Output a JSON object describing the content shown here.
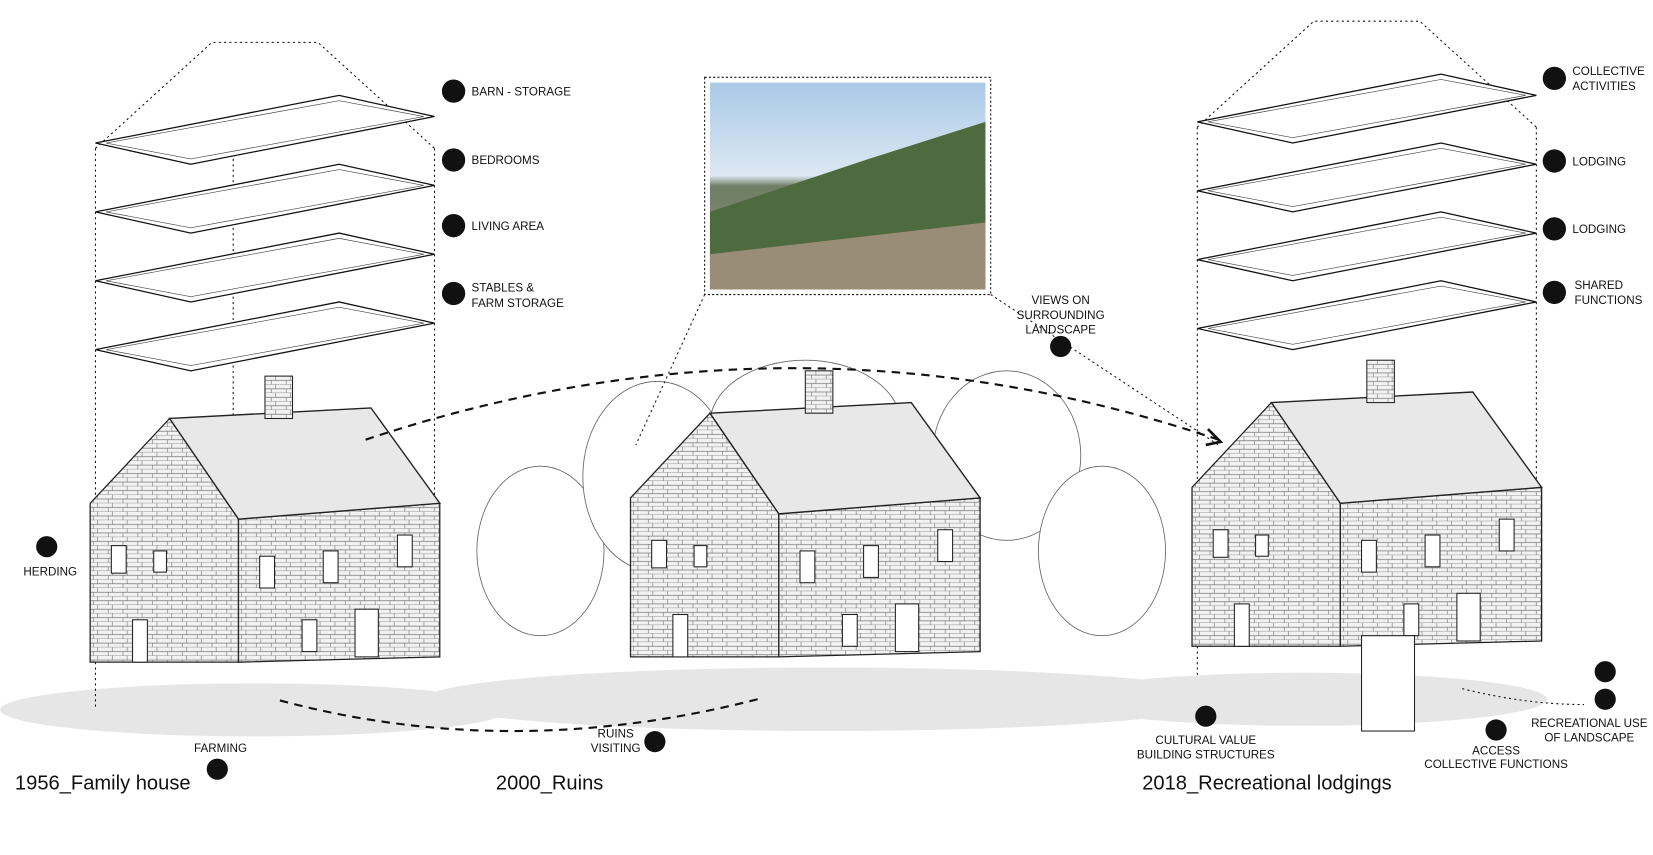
{
  "captions": {
    "house_1956": "1956_Family house",
    "ruins_2000": "2000_Ruins",
    "lodgings_2018": "2018_Recreational lodgings"
  },
  "left_program": [
    {
      "icon": "barn-icon",
      "lines": [
        "BARN - STORAGE"
      ]
    },
    {
      "icon": "bed-icon",
      "lines": [
        "BEDROOMS"
      ]
    },
    {
      "icon": "family-icon",
      "lines": [
        "LIVING AREA"
      ]
    },
    {
      "icon": "cow-icon",
      "lines": [
        "STABLES &",
        "FARM STORAGE"
      ]
    }
  ],
  "right_program": [
    {
      "icon": "group-icon",
      "lines": [
        "COLLECTIVE",
        "ACTIVITIES"
      ]
    },
    {
      "icon": "bed-icon",
      "lines": [
        "LODGING"
      ]
    },
    {
      "icon": "bed-icon",
      "lines": [
        "LODGING"
      ]
    },
    {
      "icon": "group-icon",
      "lines": [
        "SHARED",
        "FUNCTIONS"
      ]
    }
  ],
  "annotations": {
    "herding": "HERDING",
    "farming": "FARMING",
    "views": [
      "VIEWS ON",
      "SURROUNDING",
      "LANDSCAPE"
    ],
    "ruins_visiting": [
      "RUINS",
      "VISITING"
    ],
    "cultural": [
      "CULTURAL VALUE",
      "BUILDING STRUCTURES"
    ],
    "access": [
      "ACCESS",
      "COLLECTIVE FUNCTIONS"
    ],
    "recreational": [
      "RECREATIONAL USE",
      "OF LANDSCAPE"
    ]
  }
}
